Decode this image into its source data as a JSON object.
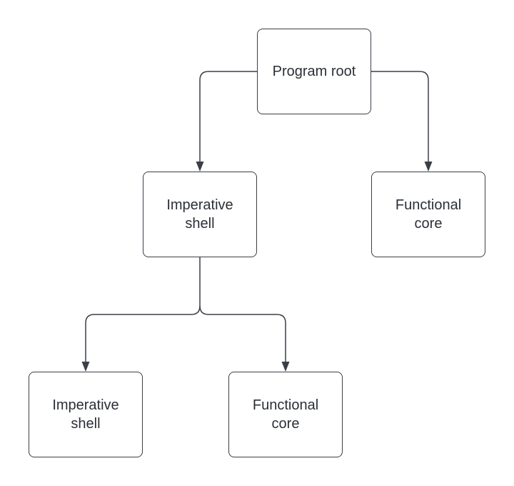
{
  "diagram": {
    "type": "tree",
    "colors": {
      "stroke": "#3a3f47",
      "text": "#2b2f36",
      "background": "#ffffff"
    },
    "nodes": [
      {
        "id": "root",
        "label": "Program root"
      },
      {
        "id": "shell-1",
        "label": "Imperative shell"
      },
      {
        "id": "core-1",
        "label": "Functional core"
      },
      {
        "id": "shell-2",
        "label": "Imperative shell"
      },
      {
        "id": "core-2",
        "label": "Functional core"
      }
    ],
    "edges": [
      {
        "from": "root",
        "to": "shell-1"
      },
      {
        "from": "root",
        "to": "core-1"
      },
      {
        "from": "shell-1",
        "to": "shell-2"
      },
      {
        "from": "shell-1",
        "to": "core-2"
      }
    ]
  }
}
